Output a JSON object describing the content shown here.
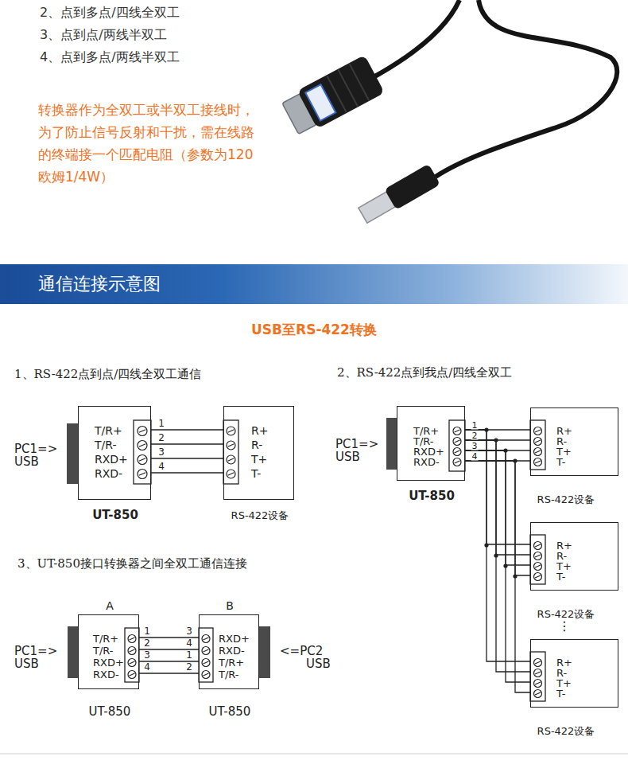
{
  "diagram": {
    "nodes": [
      {
        "text": [
          "通信连接示意图"
        ]
      },
      {
        "text": [
          "T/R+",
          "T/R-",
          "RXD+",
          "RXD-",
          "UT-850"
        ]
      },
      {
        "text": [
          "R+",
          "R-",
          "T+",
          "T-",
          "RS-422设备"
        ]
      },
      {
        "text": [
          "T/R+",
          "T/R-",
          "RXD+",
          "RXD-",
          "UT-850"
        ]
      },
      {
        "text": [
          "R+",
          "R-",
          "T+",
          "T-",
          "RS-422设备"
        ]
      },
      {
        "text": [
          "R+",
          "R-",
          "T+",
          "T-",
          "RS-422设备"
        ]
      },
      {
        "text": [
          "R+",
          "R-",
          "T+",
          "T-",
          "RS-422设备"
        ]
      },
      {
        "text": [
          "A",
          "T/R+",
          "T/R-",
          "RXD+",
          "RXD-",
          "UT-850"
        ]
      },
      {
        "text": [
          "B",
          "RXD+",
          "RXD-",
          "T/R+",
          "T/R-",
          "UT-850"
        ]
      }
    ],
    "edges": [
      {
        "from": 1,
        "to": 2,
        "arrow": "none",
        "label": "1"
      },
      {
        "from": 1,
        "to": 2,
        "arrow": "none",
        "label": "2"
      },
      {
        "from": 1,
        "to": 2,
        "arrow": "none",
        "label": "3"
      },
      {
        "from": 1,
        "to": 2,
        "arrow": "none",
        "label": "4"
      },
      {
        "from": 3,
        "to": 4,
        "arrow": "none",
        "label": "1"
      },
      {
        "from": 3,
        "to": 4,
        "arrow": "none",
        "label": "2"
      },
      {
        "from": 3,
        "to": 4,
        "arrow": "none",
        "label": "3"
      },
      {
        "from": 3,
        "to": 4,
        "arrow": "none",
        "label": "4"
      },
      {
        "from": 3,
        "to": 5,
        "arrow": "none"
      },
      {
        "from": 3,
        "to": 5,
        "arrow": "none"
      },
      {
        "from": 3,
        "to": 5,
        "arrow": "none"
      },
      {
        "from": 3,
        "to": 5,
        "arrow": "none"
      },
      {
        "from": 3,
        "to": 6,
        "arrow": "none"
      },
      {
        "from": 3,
        "to": 6,
        "arrow": "none"
      },
      {
        "from": 3,
        "to": 6,
        "arrow": "none"
      },
      {
        "from": 3,
        "to": 6,
        "arrow": "none"
      },
      {
        "from": 7,
        "to": 8,
        "arrow": "none",
        "label": "1"
      },
      {
        "from": 7,
        "to": 8,
        "arrow": "none",
        "label": "2"
      },
      {
        "from": 7,
        "to": 8,
        "arrow": "none",
        "label": "3"
      },
      {
        "from": 7,
        "to": 8,
        "arrow": "none",
        "label": "4"
      }
    ],
    "labels": [
      "2、点到多点/四线全双工",
      "3、点到点/两线半双工",
      "4、点到多点/两线半双工",
      "转换器作为全双工或半双工接线时，为了防止信号反射和干扰，需在线路的终端接一个匹配电阻（参数为120欧姆1/4W）",
      "USB至RS-422转换",
      "1、RS-422点到点/四线全双工通信",
      "PC1=>",
      "USB",
      "2、RS-422点到我点/四线全双工",
      "PC1=>",
      "USB",
      "⋮",
      "3、UT-850接口转换器之间全双工通信连接",
      "PC1=>",
      "USB",
      "<=PC2",
      "USB",
      "3",
      "4",
      "1",
      "2"
    ]
  }
}
